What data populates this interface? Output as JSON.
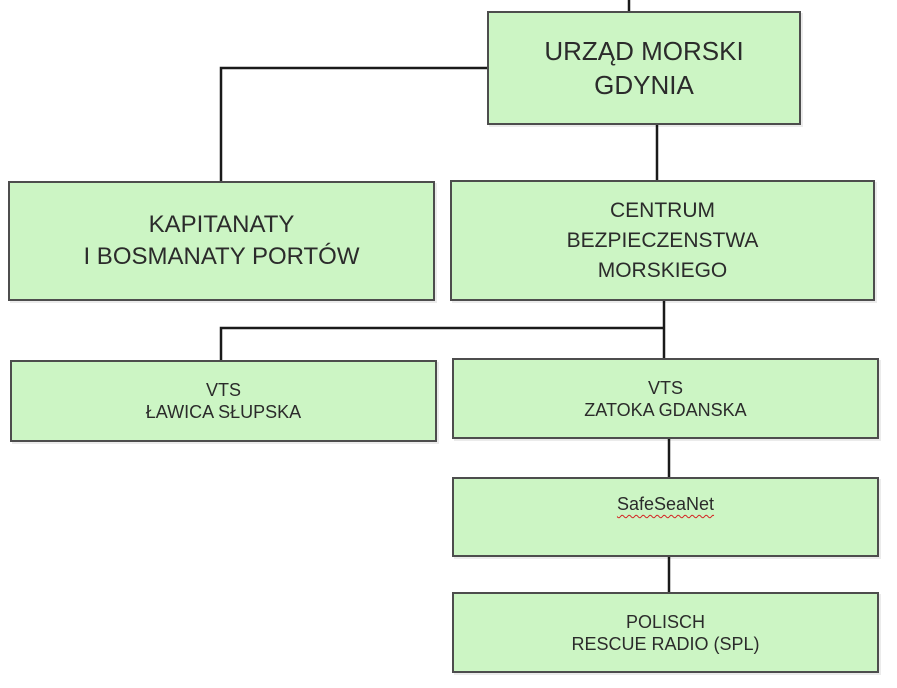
{
  "diagram": {
    "root": {
      "lines": [
        "URZĄD MORSKI",
        "GDYNIA"
      ]
    },
    "harbours": {
      "lines": [
        "KAPITANATY",
        "I BOSMANATY PORTÓW"
      ]
    },
    "safety_centre": {
      "lines": [
        "CENTRUM",
        "BEZPIECZENSTWA",
        "MORSKIEGO"
      ]
    },
    "vts_lawica": {
      "lines": [
        "VTS",
        "ŁAWICA SŁUPSKA"
      ]
    },
    "vts_zatoka": {
      "lines": [
        "VTS",
        "ZATOKA GDANSKA"
      ]
    },
    "safeseanet": {
      "lines": [
        "SafeSeaNet"
      ]
    },
    "rescue_radio": {
      "lines": [
        "POLISCH",
        "RESCUE RADIO (SPL)"
      ]
    }
  },
  "colors": {
    "box_fill": "#ccf5c4",
    "box_border": "#4d4d4d",
    "line": "#1a1a1a",
    "text": "#2b2b2b"
  }
}
